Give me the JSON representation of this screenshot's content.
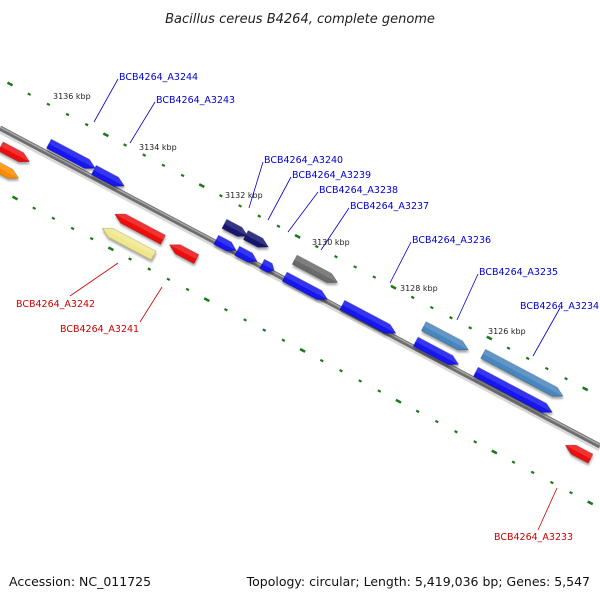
{
  "title": "Bacillus cereus B4264, complete genome",
  "footer": {
    "accession": "Accession: NC_011725",
    "topology": "Topology: circular; Length: 5,419,036 bp; Genes: 5,547"
  },
  "colors": {
    "backbone": "#7a7a7a",
    "tick": "#1a7a1a",
    "plus_label": "#0000cc",
    "minus_label": "#cc0000",
    "blue": "#1515ee",
    "navy": "#151570",
    "steelblue": "#4a86bd",
    "gray": "#6a6a6a",
    "red": "#ee1010",
    "khaki": "#f0e68c",
    "orange": "#ff8c00"
  },
  "scale_labels": [
    "3136 kbp",
    "3134 kbp",
    "3132 kbp",
    "3130 kbp",
    "3128 kbp",
    "3126 kbp"
  ],
  "gene_labels": [
    "BCB4264_A3244",
    "BCB4264_A3243",
    "BCB4264_A3240",
    "BCB4264_A3239",
    "BCB4264_A3238",
    "BCB4264_A3237",
    "BCB4264_A3236",
    "BCB4264_A3235",
    "BCB4264_A3234",
    "BCB4264_A3242",
    "BCB4264_A3241",
    "BCB4264_A3233"
  ]
}
